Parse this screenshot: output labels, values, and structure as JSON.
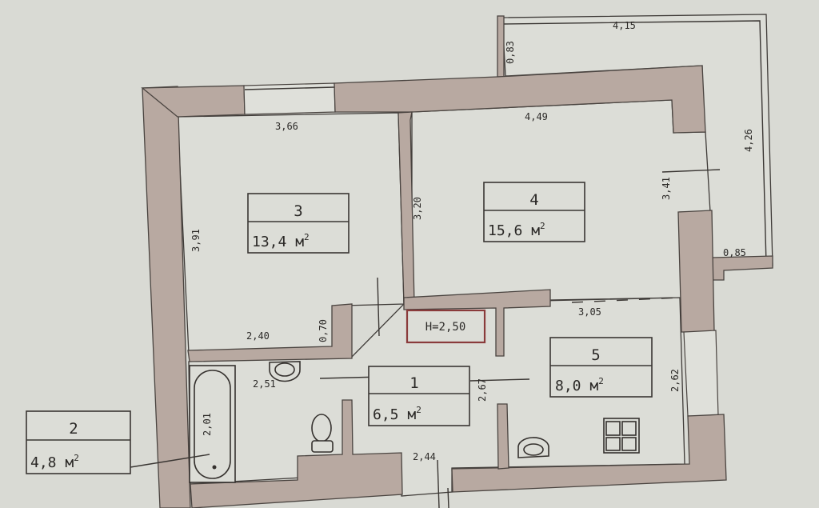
{
  "rooms": [
    {
      "number": "3",
      "area": "13,4",
      "unit": "м",
      "exp": "2"
    },
    {
      "number": "4",
      "area": "15,6",
      "unit": "м",
      "exp": "2"
    },
    {
      "number": "1",
      "area": "6,5",
      "unit": "м",
      "exp": "2"
    },
    {
      "number": "5",
      "area": "8,0",
      "unit": "м",
      "exp": "2"
    },
    {
      "number": "2",
      "area": "4,8",
      "unit": "м",
      "exp": "2"
    }
  ],
  "ceiling_height": "H=2,50",
  "dimensions": [
    "3,66",
    "3,91",
    "2,40",
    "0,70",
    "3,20",
    "4,49",
    "4,15",
    "0,83",
    "4,26",
    "3,41",
    "0,85",
    "3,05",
    "2,51",
    "2,01",
    "2,67",
    "2,62",
    "2,44"
  ],
  "colors": {
    "wall": "#b8a9a1",
    "paper": "#d9dad4",
    "height_box": "#8a3b3b"
  }
}
